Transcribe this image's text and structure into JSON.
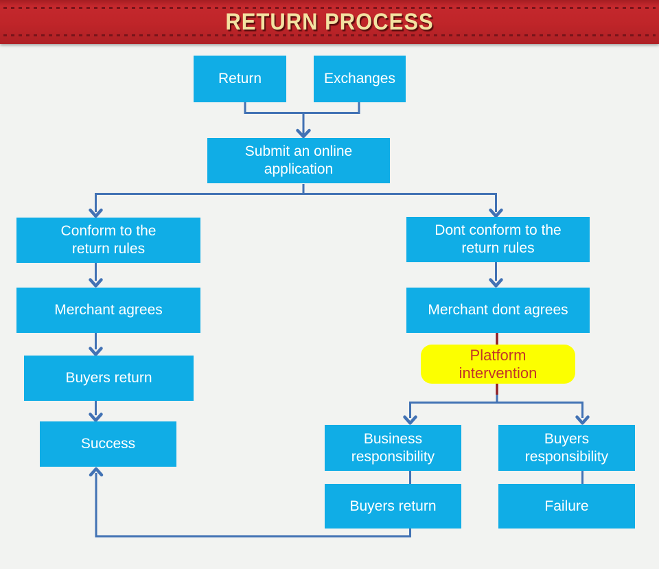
{
  "banner": {
    "title": "RETURN PROCESS"
  },
  "colors": {
    "background": "#f2f3f1",
    "banner_red": "#bf2529",
    "banner_dash": "#77141a",
    "title_gold": "#f3e2a2",
    "node_cyan": "#10ade6",
    "node_text": "#ffffff",
    "node_yellow": "#fcff00",
    "yellow_text": "#c23428",
    "connector_blue": "#4272b4",
    "connector_red": "#8e1e24"
  },
  "nodes": {
    "return": {
      "label": "Return"
    },
    "exchanges": {
      "label": "Exchanges"
    },
    "submit": {
      "label": "Submit an online\napplication"
    },
    "conform": {
      "label": "Conform to the\nreturn rules"
    },
    "merchant_agrees": {
      "label": "Merchant agrees"
    },
    "buyers_return_left": {
      "label": "Buyers return"
    },
    "success": {
      "label": "Success"
    },
    "dont_conform": {
      "label": "Dont conform to the\nreturn rules"
    },
    "merchant_dont_agrees": {
      "label": "Merchant dont agrees"
    },
    "platform_intervention": {
      "label": "Platform\nintervention"
    },
    "business_responsibility": {
      "label": "Business\nresponsibility"
    },
    "buyers_responsibility": {
      "label": "Buyers\nresponsibility"
    },
    "buyers_return_bottom": {
      "label": "Buyers return"
    },
    "failure": {
      "label": "Failure"
    }
  }
}
